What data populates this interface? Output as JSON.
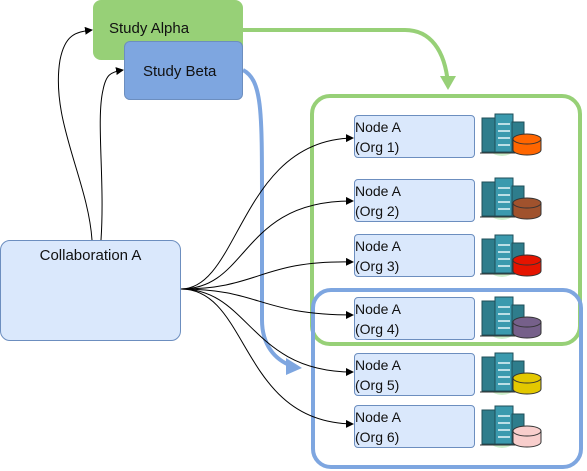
{
  "studies": [
    {
      "name": "Study Alpha",
      "color": "#97D077"
    },
    {
      "name": "Study Beta",
      "color": "#7EA6E0"
    }
  ],
  "collaboration": {
    "title": "Collaboration A",
    "icon": "people-cycle-icon"
  },
  "nodes": [
    {
      "line1": "Node A",
      "line2": "(Org 1)",
      "db_color": "#FF6600"
    },
    {
      "line1": "Node A",
      "line2": "(Org 2)",
      "db_color": "#A0522D"
    },
    {
      "line1": "Node A",
      "line2": "(Org 3)",
      "db_color": "#E51400"
    },
    {
      "line1": "Node A",
      "line2": "(Org 4)",
      "db_color": "#76608A"
    },
    {
      "line1": "Node A",
      "line2": "(Org 5)",
      "db_color": "#E3C800"
    },
    {
      "line1": "Node A",
      "line2": "(Org 6)",
      "db_color": "#F8CECC"
    }
  ],
  "colors": {
    "alpha_group": "#97D077",
    "beta_group": "#7EA6E0",
    "node_fill": "#DAE8FC"
  }
}
